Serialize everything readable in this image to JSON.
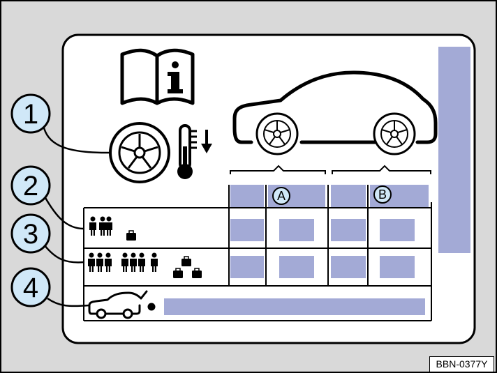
{
  "callouts": [
    "1",
    "2",
    "3",
    "4"
  ],
  "column_markers": {
    "a": "A",
    "b": "B"
  },
  "reference_code": "BBN-0377Y",
  "icons": {
    "manual": "book-info-icon",
    "tire": "tire-icon",
    "cold_tire": "thermometer-down-icon",
    "car": "car-side-icon",
    "partial_load": "two-persons-one-bag-icon",
    "full_load": "seven-persons-three-bags-icon",
    "eco": "car-open-trunk-icon"
  },
  "colors": {
    "placard": "#ffffff",
    "fill_field": "#a3aad6",
    "frame": "#d9d9d9",
    "callout": "#d0e8f8"
  }
}
